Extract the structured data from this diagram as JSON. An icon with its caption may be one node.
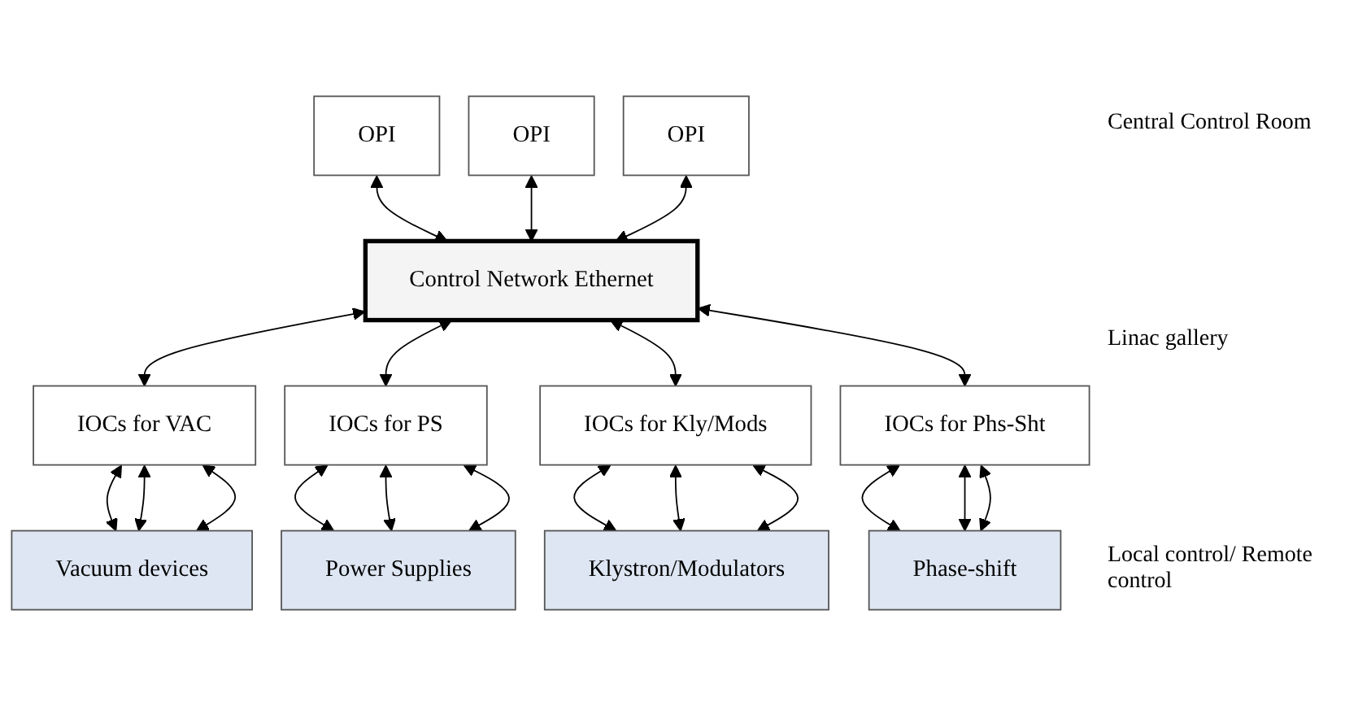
{
  "diagram": {
    "nodes": [
      {
        "text": [
          "OPI"
        ]
      },
      {
        "text": [
          "OPI"
        ]
      },
      {
        "text": [
          "OPI"
        ]
      },
      {
        "text": [
          "Control Network Ethernet"
        ]
      },
      {
        "text": [
          "IOCs for VAC"
        ]
      },
      {
        "text": [
          "IOCs for PS"
        ]
      },
      {
        "text": [
          "IOCs for Kly/Mods"
        ]
      },
      {
        "text": [
          "IOCs for Phs-Sht"
        ]
      },
      {
        "text": [
          "Vacuum devices"
        ]
      },
      {
        "text": [
          "Power Supplies"
        ]
      },
      {
        "text": [
          "Klystron/Modulators"
        ]
      },
      {
        "text": [
          "Phase-shift"
        ]
      }
    ],
    "edges": [
      {
        "from": 0,
        "to": 3,
        "arrow": "both"
      },
      {
        "from": 1,
        "to": 3,
        "arrow": "both"
      },
      {
        "from": 2,
        "to": 3,
        "arrow": "both"
      },
      {
        "from": 3,
        "to": 4,
        "arrow": "both"
      },
      {
        "from": 3,
        "to": 5,
        "arrow": "both"
      },
      {
        "from": 3,
        "to": 6,
        "arrow": "both"
      },
      {
        "from": 3,
        "to": 7,
        "arrow": "both"
      },
      {
        "from": 4,
        "to": 8,
        "arrow": "both"
      },
      {
        "from": 4,
        "to": 8,
        "arrow": "both"
      },
      {
        "from": 4,
        "to": 8,
        "arrow": "both"
      },
      {
        "from": 5,
        "to": 9,
        "arrow": "both"
      },
      {
        "from": 5,
        "to": 9,
        "arrow": "both"
      },
      {
        "from": 5,
        "to": 9,
        "arrow": "both"
      },
      {
        "from": 6,
        "to": 10,
        "arrow": "both"
      },
      {
        "from": 6,
        "to": 10,
        "arrow": "both"
      },
      {
        "from": 6,
        "to": 10,
        "arrow": "both"
      },
      {
        "from": 7,
        "to": 11,
        "arrow": "both"
      },
      {
        "from": 7,
        "to": 11,
        "arrow": "both"
      },
      {
        "from": 7,
        "to": 11,
        "arrow": "both"
      }
    ],
    "labels": [
      "Central Control Room",
      "Linac gallery",
      "Local control/ Remote control"
    ]
  }
}
